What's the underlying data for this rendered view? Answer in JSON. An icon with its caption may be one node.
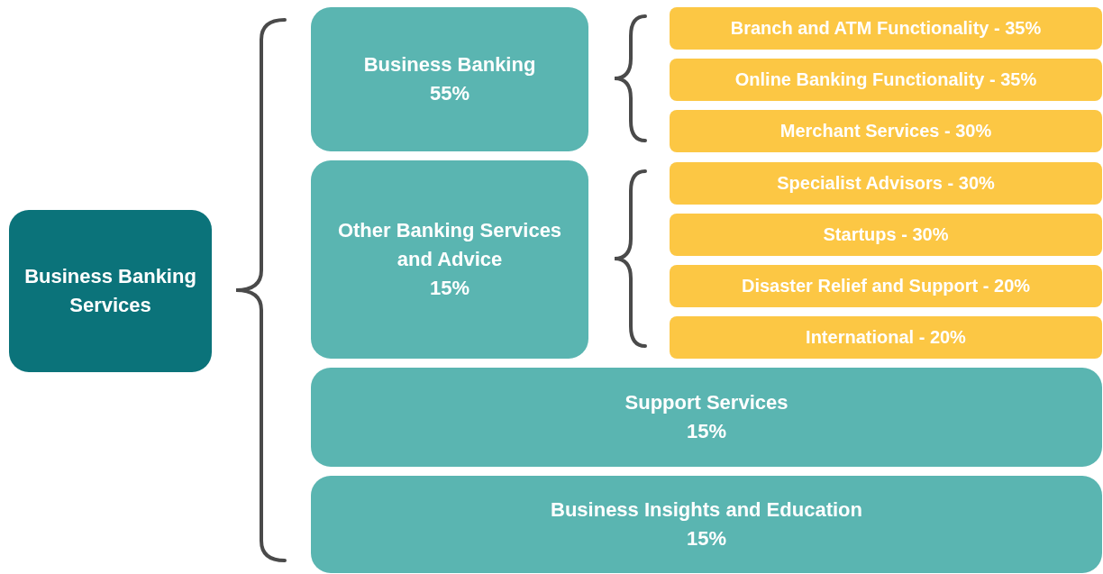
{
  "diagram": {
    "nodes": [
      {
        "text": [
          "Business Banking Services"
        ]
      },
      {
        "text": [
          "Business Banking",
          "55%"
        ]
      },
      {
        "text": [
          "Other Banking Services and Advice",
          "15%"
        ]
      },
      {
        "text": [
          "Branch and ATM Functionality - 35%"
        ]
      },
      {
        "text": [
          "Online Banking Functionality - 35%"
        ]
      },
      {
        "text": [
          "Merchant Services - 30%"
        ]
      },
      {
        "text": [
          "Specialist Advisors - 30%"
        ]
      },
      {
        "text": [
          "Startups - 30%"
        ]
      },
      {
        "text": [
          "Disaster Relief and Support - 20%"
        ]
      },
      {
        "text": [
          "International - 20%"
        ]
      },
      {
        "text": [
          "Support Services",
          "15%"
        ]
      },
      {
        "text": [
          "Business Insights and Education",
          "15%"
        ]
      }
    ]
  }
}
